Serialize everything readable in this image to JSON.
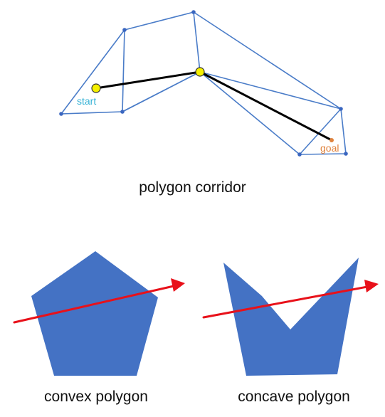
{
  "captions": {
    "corridor": "polygon corridor",
    "convex": "convex polygon",
    "concave": "concave polygon"
  },
  "labels": {
    "start": "start",
    "goal": "goal"
  },
  "colors": {
    "edge": "#4a7cc8",
    "vertex": "#3a66c0",
    "path": "#000000",
    "waypoint": "#f5f000",
    "start_text": "#37b3d6",
    "goal_text": "#e0823c",
    "goal_dot": "#e0823c",
    "polygon_fill": "#4472c4",
    "arrow": "#e8111a"
  }
}
